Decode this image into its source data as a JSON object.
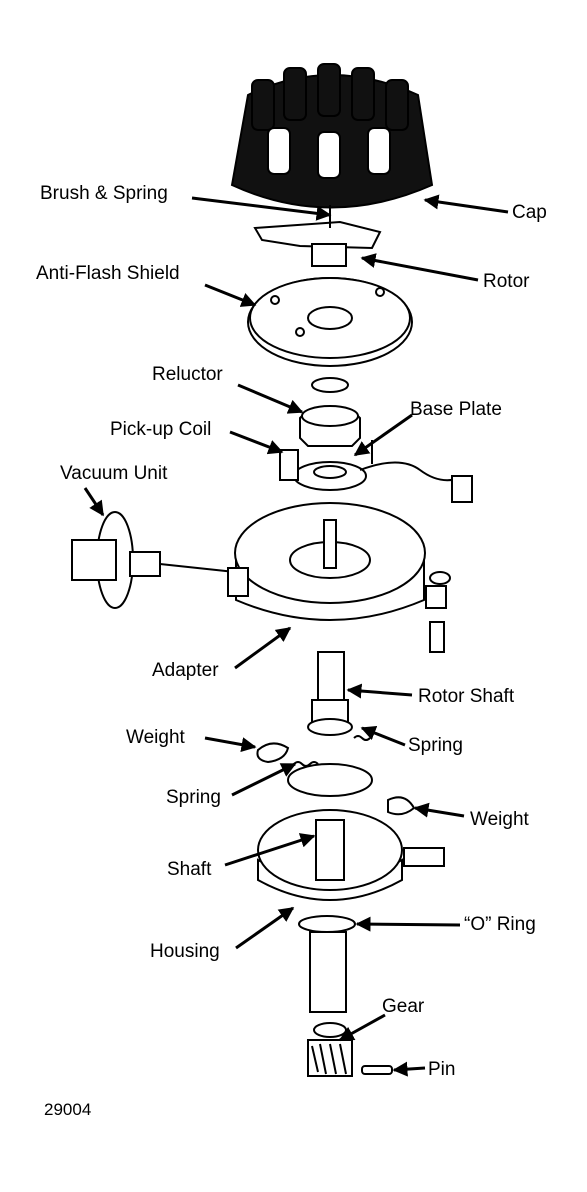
{
  "diagram": {
    "labels": {
      "brush_spring": "Brush & Spring",
      "cap": "Cap",
      "rotor": "Rotor",
      "anti_flash_shield": "Anti-Flash Shield",
      "reluctor": "Reluctor",
      "base_plate": "Base Plate",
      "pickup_coil": "Pick-up Coil",
      "vacuum_unit": "Vacuum Unit",
      "adapter": "Adapter",
      "rotor_shaft": "Rotor Shaft",
      "weight_left": "Weight",
      "spring_right": "Spring",
      "spring_left": "Spring",
      "weight_right": "Weight",
      "shaft": "Shaft",
      "o_ring": "“O” Ring",
      "housing": "Housing",
      "gear": "Gear",
      "pin": "Pin"
    },
    "figure_number": "29004"
  }
}
